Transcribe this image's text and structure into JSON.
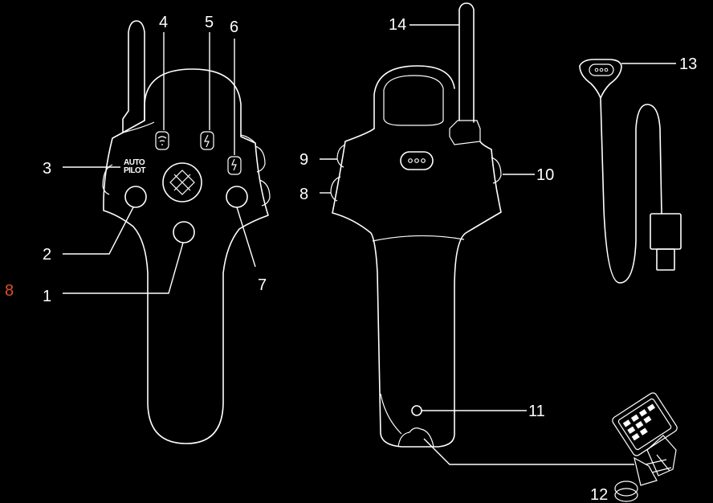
{
  "page_number": "8",
  "panel_label": {
    "line1": "AUTO",
    "line2": "PILOT"
  },
  "callouts": {
    "c1": "1",
    "c2": "2",
    "c3": "3",
    "c4": "4",
    "c5": "5",
    "c6": "6",
    "c7": "7",
    "c8": "8",
    "c9": "9",
    "c10": "10",
    "c11": "11",
    "c12": "12",
    "c13": "13",
    "c14": "14"
  },
  "colors": {
    "background": "#000000",
    "line": "#ffffff",
    "page_number": "#e0502a"
  }
}
